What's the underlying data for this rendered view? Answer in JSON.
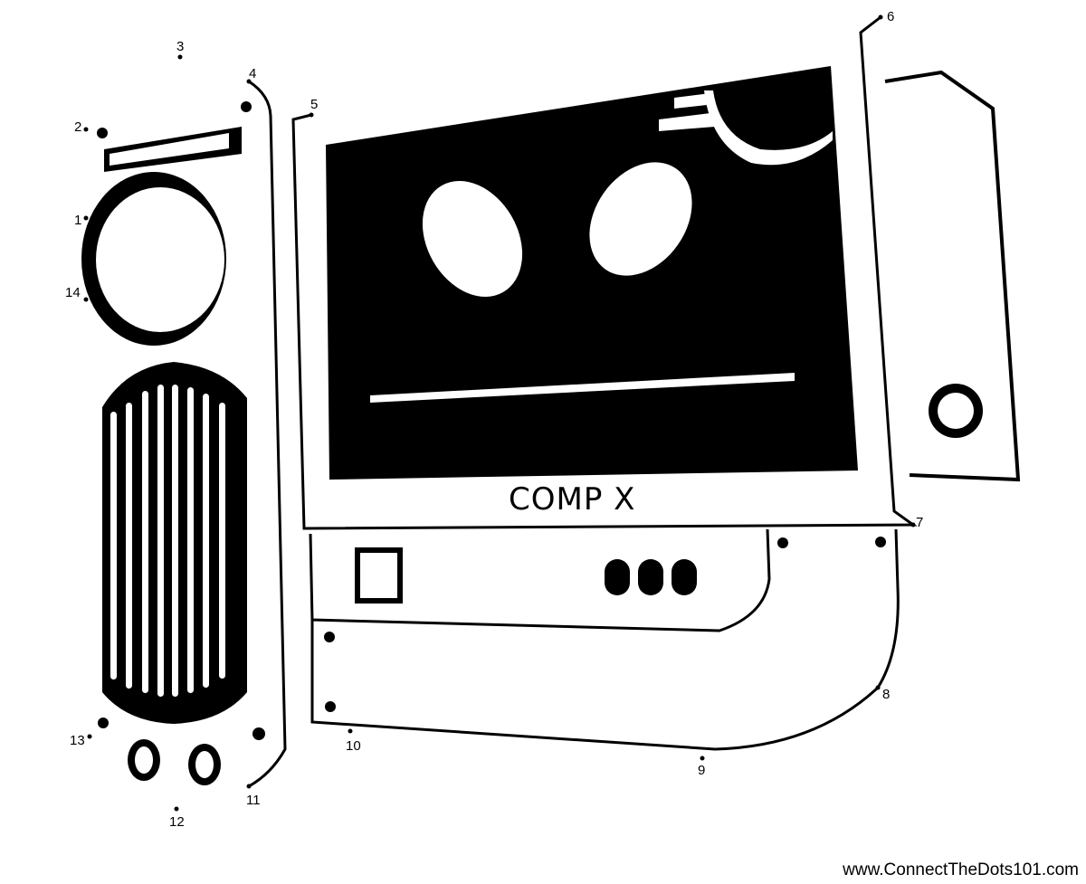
{
  "drawing": {
    "brand_text": "COMP  X",
    "dots": [
      {
        "n": "1"
      },
      {
        "n": "2"
      },
      {
        "n": "3"
      },
      {
        "n": "4"
      },
      {
        "n": "5"
      },
      {
        "n": "6"
      },
      {
        "n": "7"
      },
      {
        "n": "8"
      },
      {
        "n": "9"
      },
      {
        "n": "10"
      },
      {
        "n": "11"
      },
      {
        "n": "12"
      },
      {
        "n": "13"
      },
      {
        "n": "14"
      }
    ]
  },
  "footer": {
    "url": "www.ConnectTheDots101.com"
  },
  "colors": {
    "ink": "#000000",
    "paper": "#ffffff"
  }
}
